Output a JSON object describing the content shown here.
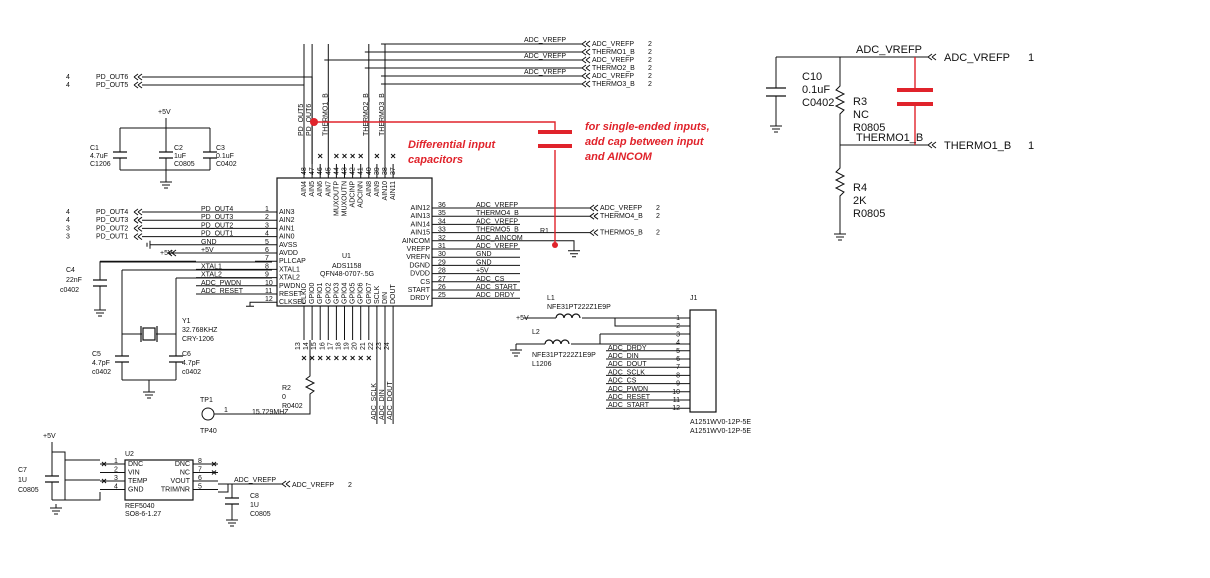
{
  "annotations": {
    "diff_caps_line1": "Differential input",
    "diff_caps_line2": "capacitors",
    "single_line1": "for single-ended inputs,",
    "single_line2": "add cap between input",
    "single_line3": "and AINCOM"
  },
  "top_bus": [
    {
      "net": "ADC_VREFP",
      "port": "ADC_VREFP",
      "sheet": "2"
    },
    {
      "net": "",
      "port": "THERMO1_B",
      "sheet": "2"
    },
    {
      "net": "ADC_VREFP",
      "port": "ADC_VREFP",
      "sheet": "2"
    },
    {
      "net": "",
      "port": "THERMO2_B",
      "sheet": "2"
    },
    {
      "net": "ADC_VREFP",
      "port": "ADC_VREFP",
      "sheet": "2"
    },
    {
      "net": "",
      "port": "THERMO3_B",
      "sheet": "2"
    }
  ],
  "pd_ports_top": [
    {
      "sheet": "4",
      "name": "PD_OUT6"
    },
    {
      "sheet": "4",
      "name": "PD_OUT5"
    }
  ],
  "pd_ports_left": [
    {
      "sheet": "4",
      "name": "PD_OUT4",
      "net": "PD_OUT4"
    },
    {
      "sheet": "4",
      "name": "PD_OUT3",
      "net": "PD_OUT3"
    },
    {
      "sheet": "3",
      "name": "PD_OUT2",
      "net": "PD_OUT2"
    },
    {
      "sheet": "3",
      "name": "PD_OUT1",
      "net": "PD_OUT1"
    }
  ],
  "left_extra_nets": [
    "GND",
    "+5V",
    "",
    "XTAL1",
    "XTAL2",
    "ADC_PWDN",
    "ADC_RESET",
    ""
  ],
  "u1": {
    "ref": "U1",
    "part": "ADS1158",
    "package": "QFN48-0707-.5G",
    "top_pin_names": [
      "AIN4",
      "AIN5",
      "AIN6",
      "AIN7",
      "MUXOUTP",
      "MUXOUTN",
      "ADCINP",
      "ADCINN",
      "AIN8",
      "AIN9",
      "AIN10",
      "AIN11"
    ],
    "top_pin_nums": [
      "48",
      "47",
      "46",
      "45",
      "44",
      "43",
      "42",
      "41",
      "40",
      "39",
      "38",
      "37"
    ],
    "top_net_labels": [
      "PD_OUT5",
      "PD_OUT6",
      "THERMO1_B",
      "THERMO2_B",
      "THERMO3_B"
    ],
    "left_pin_names": [
      "AIN3",
      "AIN2",
      "AIN1",
      "AIN0",
      "AVSS",
      "AVDD",
      "PLLCAP",
      "XTAL1",
      "XTAL2",
      "PWDN",
      "RESET",
      "CLKSEL"
    ],
    "left_pin_nums": [
      "1",
      "2",
      "3",
      "4",
      "5",
      "6",
      "7",
      "8",
      "9",
      "10",
      "11",
      "12"
    ],
    "right_pin_names": [
      "AIN12",
      "AIN13",
      "AIN14",
      "AIN15",
      "AINCOM",
      "VREFP",
      "VREFN",
      "DGND",
      "DVDD",
      "CS",
      "START",
      "DRDY"
    ],
    "right_pin_nums": [
      "36",
      "35",
      "34",
      "33",
      "32",
      "31",
      "30",
      "29",
      "28",
      "27",
      "26",
      "25"
    ],
    "right_nets": [
      "ADC_VREFP",
      "THERMO4_B",
      "ADC_VREFP",
      "THERMO5_B",
      "ADC_AINCOM",
      "ADC_VREFP",
      "GND",
      "GND",
      "+5V",
      "ADC_CS",
      "ADC_START",
      "ADC_DRDY"
    ],
    "bottom_pin_names": [
      "CLKIO",
      "GPIO0",
      "GPIO1",
      "GPIO2",
      "GPIO3",
      "GPIO4",
      "GPIO5",
      "GPIO6",
      "GPIO7",
      "SCLK",
      "DIN",
      "DOUT"
    ],
    "bottom_pin_nums": [
      "13",
      "14",
      "15",
      "16",
      "17",
      "18",
      "19",
      "20",
      "21",
      "22",
      "23",
      "24"
    ],
    "bottom_nets": [
      "ADC_SCLK",
      "ADC_DIN",
      "ADC_DOUT"
    ]
  },
  "right_ports": [
    {
      "port": "ADC_VREFP",
      "sheet": "2"
    },
    {
      "port": "THERMO4_B",
      "sheet": "2"
    },
    {
      "port": "THERMO5_B",
      "sheet": "2"
    }
  ],
  "r1": {
    "ref": "R1"
  },
  "caps_left": [
    {
      "ref": "C1",
      "value": "4.7uF",
      "pkg": "C1206"
    },
    {
      "ref": "C2",
      "value": "1uF",
      "pkg": "C0805"
    },
    {
      "ref": "C3",
      "value": "0.1uF",
      "pkg": "C0402"
    }
  ],
  "rail_5v": "+5V",
  "c4": {
    "ref": "C4",
    "value": "22nF",
    "pkg": "c0402"
  },
  "y1": {
    "ref": "Y1",
    "value": "32.768KHZ",
    "pkg": "CRY-1206"
  },
  "c5": {
    "ref": "C5",
    "value": "4.7pF",
    "pkg": "c0402"
  },
  "c6": {
    "ref": "C6",
    "value": "4.7pF",
    "pkg": "c0402"
  },
  "r2": {
    "ref": "R2",
    "value": "0",
    "pkg": "R0402"
  },
  "tp1": {
    "ref": "TP1",
    "pkg": "TP40",
    "pin": "1",
    "net": "15.729MHZ"
  },
  "l1": {
    "ref": "L1",
    "part": "NFE31PT222Z1E9P"
  },
  "l2": {
    "ref": "L2",
    "part": "NFE31PT222Z1E9P",
    "pkg": "L1206"
  },
  "j1": {
    "ref": "J1",
    "part1": "A1251WV0-12P-5E",
    "part2": "A1251WV0-12P-5E",
    "pins": [
      "1",
      "2",
      "3",
      "4",
      "5",
      "6",
      "7",
      "8",
      "9",
      "10",
      "11",
      "12"
    ],
    "nets": [
      "",
      "",
      "",
      "",
      "ADC_DRDY",
      "ADC_DIN",
      "ADC_DOUT",
      "ADC_SCLK",
      "ADC_CS",
      "ADC_PWDN",
      "ADC_RESET",
      "ADC_START"
    ],
    "supply": "+5V"
  },
  "u2": {
    "ref": "U2",
    "part": "REF5040",
    "pkg": "SO8-6-1.27",
    "left_names": [
      "DNC",
      "VIN",
      "TEMP",
      "GND"
    ],
    "left_nums": [
      "1",
      "2",
      "3",
      "4"
    ],
    "right_names": [
      "DNC",
      "NC",
      "VOUT",
      "TRIM/NR"
    ],
    "right_nums": [
      "8",
      "7",
      "6",
      "5"
    ],
    "out_net": "ADC_VREFP",
    "out_port": "ADC_VREFP",
    "out_sheet": "2"
  },
  "c7": {
    "ref": "C7",
    "value": "1U",
    "pkg": "C0805"
  },
  "c8": {
    "ref": "C8",
    "value": "1U",
    "pkg": "C0805"
  },
  "detail": {
    "net_top": "ADC_VREFP",
    "port_top": "ADC_VREFP",
    "sheet_top": "1",
    "net_bottom": "THERMO1_B",
    "port_bottom": "THERMO1_B",
    "sheet_bottom": "1",
    "c10_ref": "C10",
    "c10_value": "0.1uF",
    "c10_pkg": "C0402",
    "r3_ref": "R3",
    "r3_value": "NC",
    "r3_pkg": "R0805",
    "r4_ref": "R4",
    "r4_value": "2K",
    "r4_pkg": "R0805"
  },
  "colors": {
    "wire": "#111111",
    "annotation": "#e0232b",
    "background": "#ffffff"
  }
}
